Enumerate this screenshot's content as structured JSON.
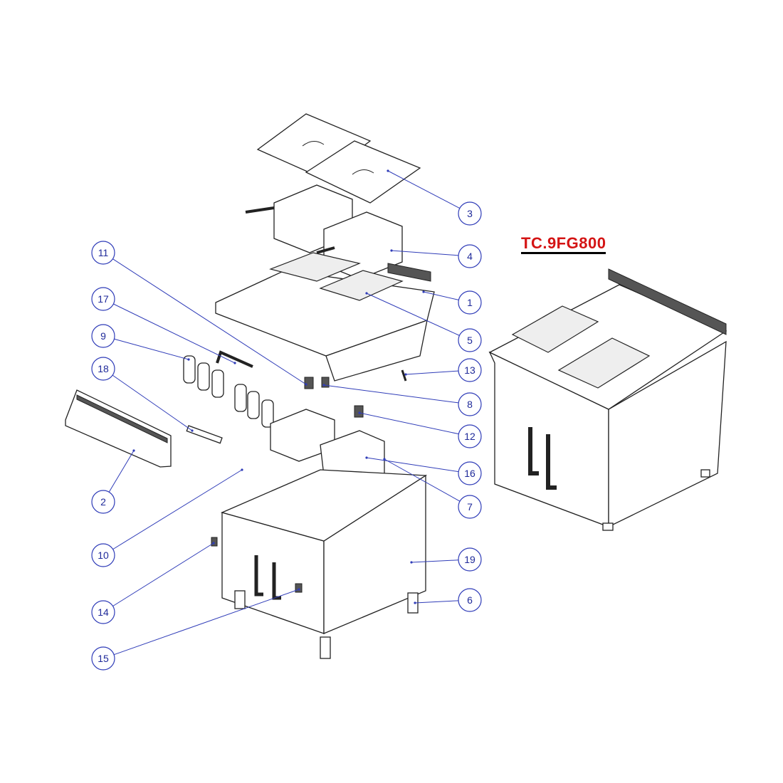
{
  "model_title": "TC.9FG800",
  "callouts": [
    {
      "label": "3"
    },
    {
      "label": "4"
    },
    {
      "label": "1"
    },
    {
      "label": "5"
    },
    {
      "label": "13"
    },
    {
      "label": "8"
    },
    {
      "label": "12"
    },
    {
      "label": "16"
    },
    {
      "label": "7"
    },
    {
      "label": "19"
    },
    {
      "label": "6"
    },
    {
      "label": "11"
    },
    {
      "label": "17"
    },
    {
      "label": "9"
    },
    {
      "label": "18"
    },
    {
      "label": "2"
    },
    {
      "label": "10"
    },
    {
      "label": "14"
    },
    {
      "label": "15"
    }
  ],
  "colors": {
    "title": "#d41414",
    "callout": "#2f3cb8"
  }
}
